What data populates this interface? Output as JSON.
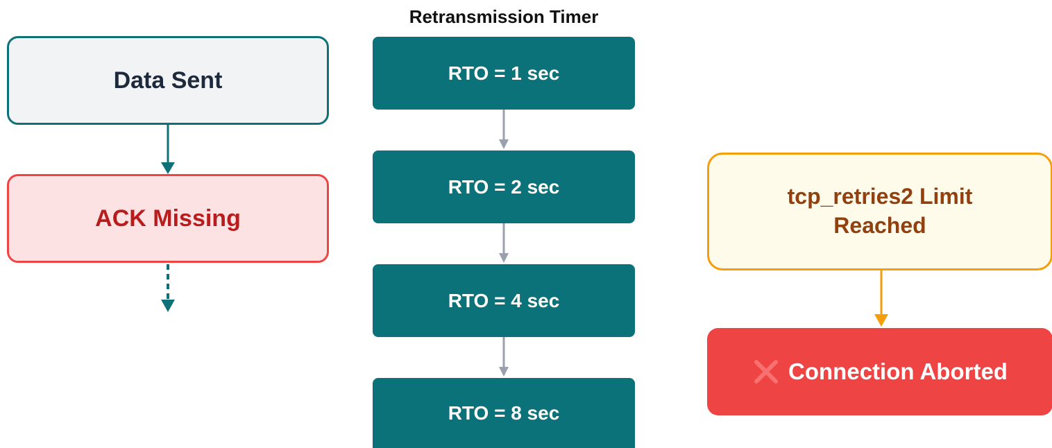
{
  "left_flow": {
    "data_sent": "Data Sent",
    "ack_missing": "ACK Missing"
  },
  "timer": {
    "title": "Retransmission Timer",
    "steps": [
      "RTO = 1 sec",
      "RTO = 2 sec",
      "RTO = 4 sec",
      "RTO = 8 sec"
    ]
  },
  "right_flow": {
    "limit_line1": "tcp_retries2 Limit",
    "limit_line2": "Reached",
    "aborted": "Connection Aborted",
    "aborted_icon": "cross-mark-icon"
  },
  "colors": {
    "teal": "#0a7278",
    "red": "#ef4444",
    "amber": "#f59e0b",
    "gray_arrow": "#9aa0ad"
  }
}
